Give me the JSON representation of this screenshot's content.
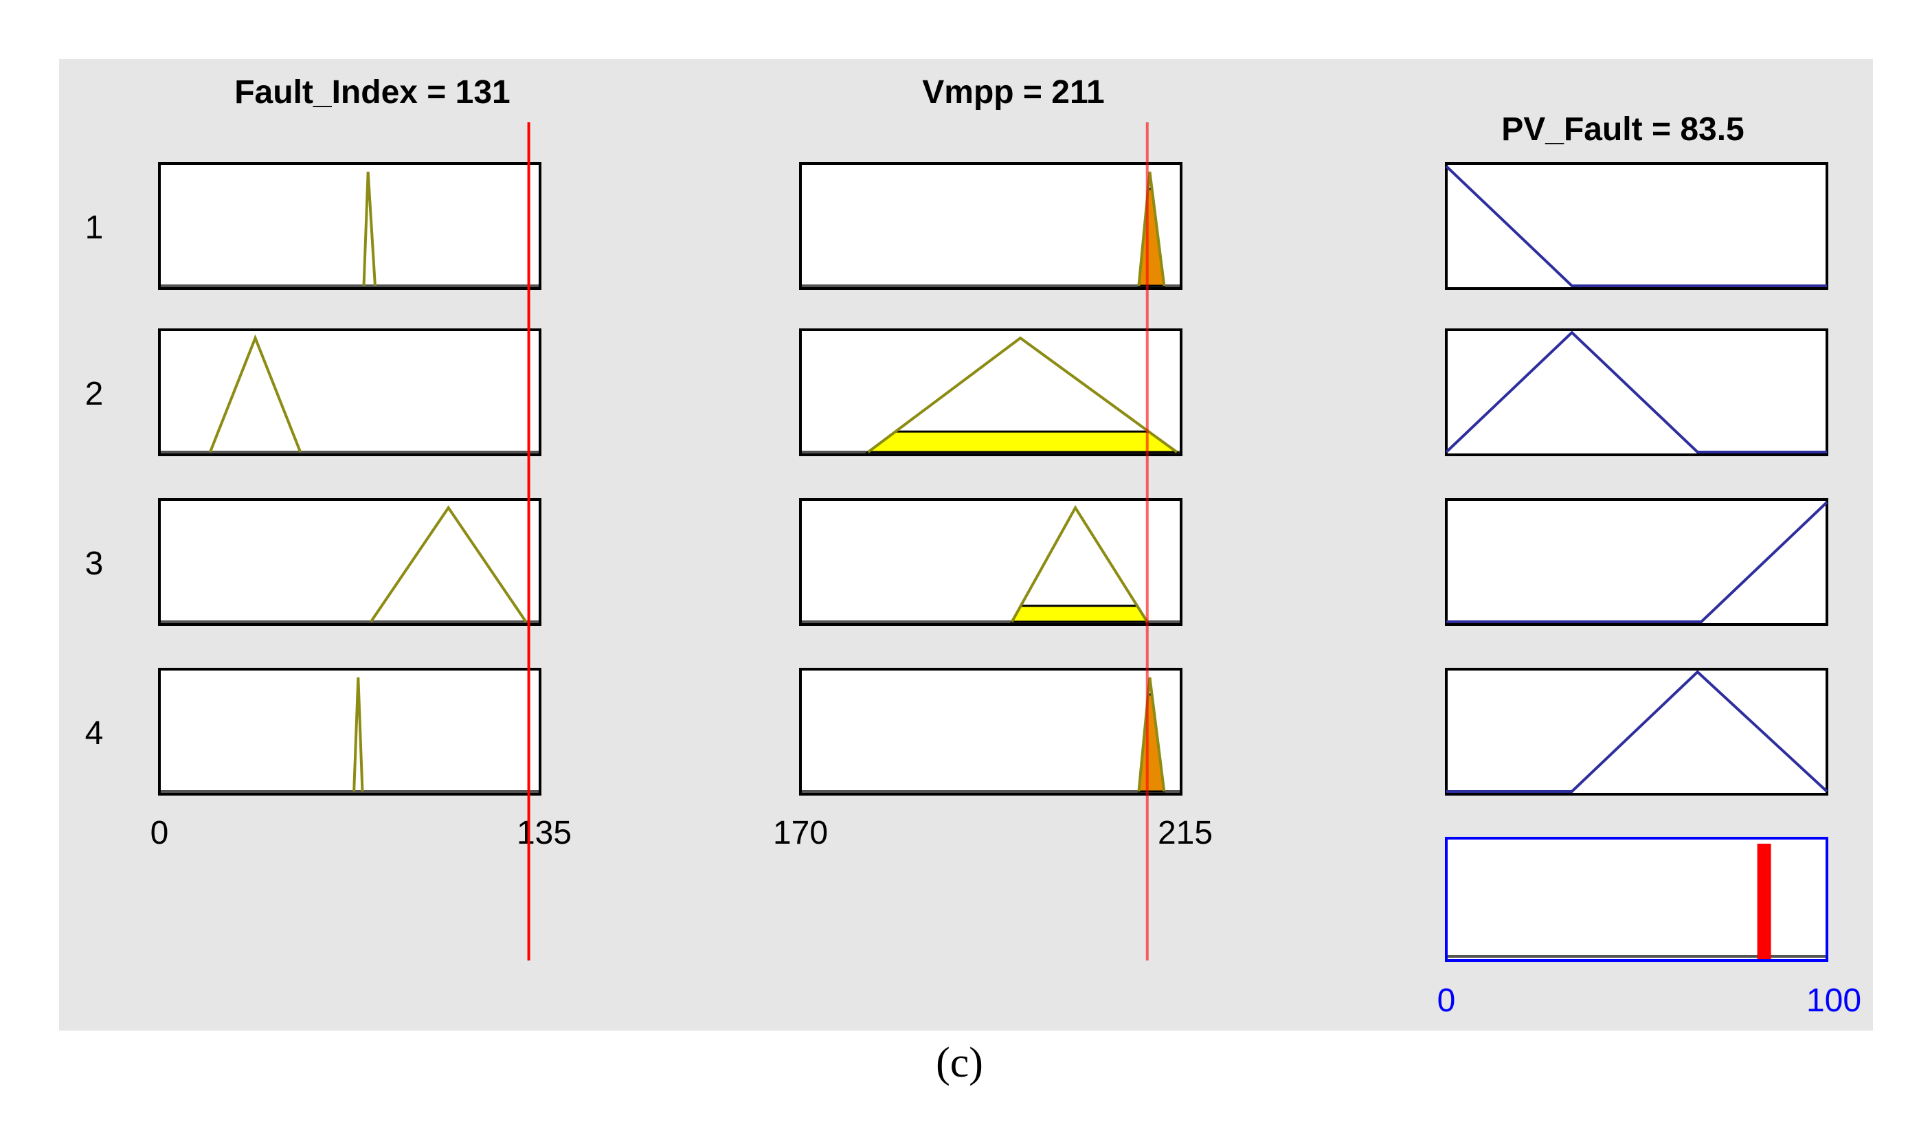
{
  "figure": {
    "caption": "(c)"
  },
  "chart_data": {
    "type": "fuzzy-rule-viewer",
    "rule_labels": [
      "1",
      "2",
      "3",
      "4"
    ],
    "colors": {
      "panel_bg": "#e6e6e6",
      "input_mf": "#8c8c14",
      "output_mf": "#2e2e9e",
      "fill": "#ffff00",
      "indicator": "#ff0000",
      "output_axis": "#0000ff"
    },
    "inputs": [
      {
        "name": "Fault_Index",
        "title": "Fault_Index = 131",
        "value": 131,
        "range": [
          0,
          135
        ],
        "tick_labels": [
          "0",
          "135"
        ],
        "rules": [
          {
            "mf": [
              72.5,
              74,
              74,
              76.5
            ],
            "firing": 0
          },
          {
            "mf": [
              18,
              34,
              34,
              50
            ],
            "firing": 0
          },
          {
            "mf": [
              75,
              102.5,
              102.5,
              130
            ],
            "firing": 0
          },
          {
            "mf": [
              69,
              70.5,
              70.5,
              72
            ],
            "firing": 0
          }
        ]
      },
      {
        "name": "Vmpp",
        "title": "Vmpp = 211",
        "value": 211,
        "range": [
          170,
          215
        ],
        "tick_labels": [
          "170",
          "215"
        ],
        "rules": [
          {
            "mf": [
              210,
              211.3,
              211.3,
              213
            ],
            "firing": 0.85,
            "fill": "#e88a00"
          },
          {
            "mf": [
              178,
              196,
              196,
              214.5
            ],
            "firing": 0.18,
            "fill": "#ffff00"
          },
          {
            "mf": [
              195,
              202.5,
              202.5,
              211
            ],
            "firing": 0.14,
            "fill": "#ffff00"
          },
          {
            "mf": [
              210,
              211.3,
              211.3,
              213
            ],
            "firing": 0.85,
            "fill": "#e88a00"
          }
        ]
      }
    ],
    "output": {
      "name": "PV_Fault",
      "title": "PV_Fault = 83.5",
      "value": 83.5,
      "range": [
        0,
        100
      ],
      "tick_labels": [
        "0",
        "100"
      ],
      "rules": [
        {
          "mf": [
            0,
            0,
            33
          ]
        },
        {
          "mf": [
            0,
            33,
            66
          ]
        },
        {
          "mf": [
            67,
            100,
            100
          ]
        },
        {
          "mf": [
            33,
            66,
            100
          ]
        }
      ]
    }
  }
}
